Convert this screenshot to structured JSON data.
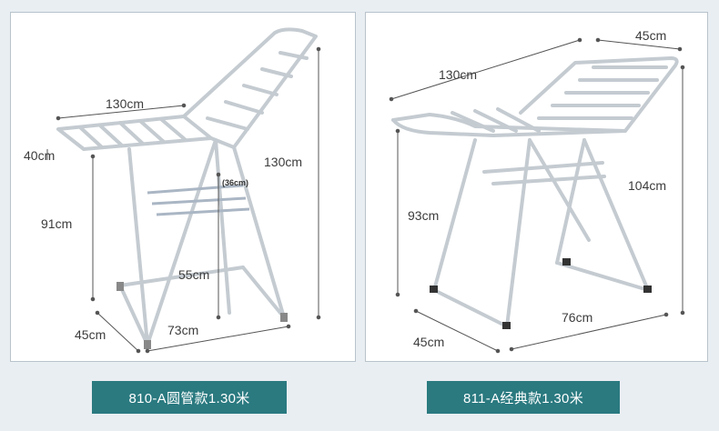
{
  "products": [
    {
      "label": "810-A圆管款1.30米",
      "dims": {
        "length": "130cm",
        "wing_depth": "40cm",
        "height": "130cm",
        "gap": "(36cm)",
        "side_height": "91cm",
        "lower_height": "55cm",
        "base_depth": "45cm",
        "base_width": "73cm"
      }
    },
    {
      "label": "811-A经典款1.30米",
      "dims": {
        "top_width": "45cm",
        "length": "130cm",
        "height": "104cm",
        "side_height": "93cm",
        "base_width": "76cm",
        "base_depth": "45cm"
      }
    }
  ],
  "colors": {
    "page_bg": "#e9eef2",
    "panel_border": "#b9c3cb",
    "label_bg": "#2a7a80",
    "label_text": "#ffffff",
    "metal": "#c4cbd1",
    "dimension_line": "#555555"
  }
}
